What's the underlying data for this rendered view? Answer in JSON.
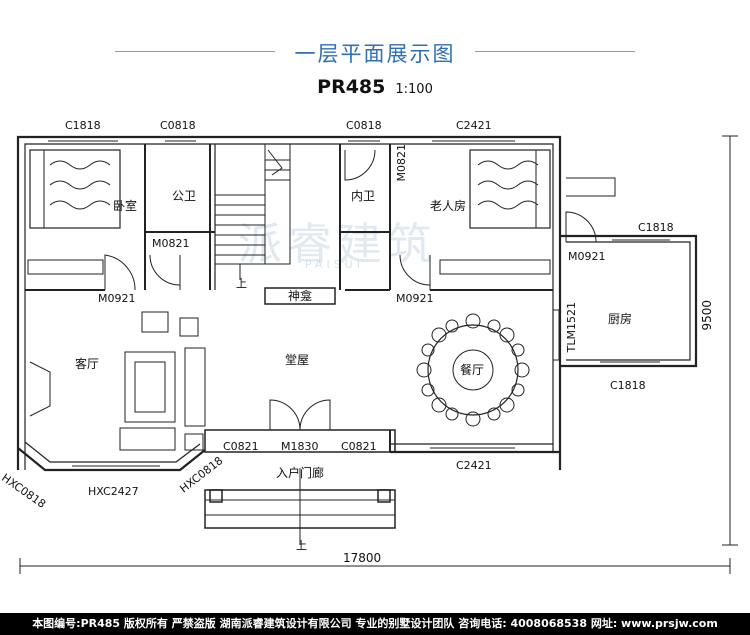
{
  "header": {
    "title": "一层平面展示图",
    "code": "PR485",
    "scale": "1:100"
  },
  "watermark": {
    "text": "派睿建筑",
    "sub": "PAISUI"
  },
  "rooms": {
    "bedroom": "卧室",
    "public_wc": "公卫",
    "inner_wc": "内卫",
    "elder_room": "老人房",
    "kitchen": "厨房",
    "living": "客厅",
    "hall": "堂屋",
    "dining": "餐厅",
    "shrine": "神龛",
    "porch": "入户门廊"
  },
  "labels": {
    "c1818_a": "C1818",
    "c0818_a": "C0818",
    "c0818_b": "C0818",
    "c2421_a": "C2421",
    "m0821_a": "M0821",
    "m0821_b": "M0821",
    "m0921_a": "M0921",
    "m0921_b": "M0921",
    "m0921_c": "M0921",
    "c1818_b": "C1818",
    "c1818_c": "C1818",
    "tlm1521": "TLM1521",
    "c0821_a": "C0821",
    "m1830": "M1830",
    "c0821_b": "C0821",
    "c2421_b": "C2421",
    "hxc0818_a": "HXC0818",
    "hxc2427": "HXC2427",
    "hxc0818_b": "HXC0818",
    "up_a": "上",
    "up_b": "上"
  },
  "dimensions": {
    "width": "17800",
    "depth": "9500"
  },
  "footer": {
    "text": "本图编号:PR485 版权所有 严禁盗版 湖南派睿建筑设计有限公司 专业的别墅设计团队 咨询电话: 4008068538 网址: www.prsjw.com"
  },
  "colors": {
    "title": "#2f6fb4",
    "title_line": "#6fa3d8",
    "wall": "#222222",
    "footer_bg": "#000000"
  }
}
